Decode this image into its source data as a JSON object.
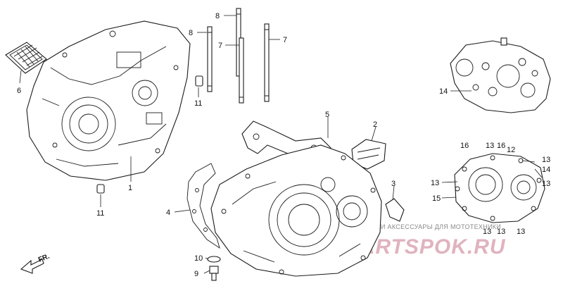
{
  "callouts": {
    "c1": "1",
    "c2": "2",
    "c3": "3",
    "c4": "4",
    "c5": "5",
    "c6": "6",
    "c7a": "7",
    "c7b": "7",
    "c8a": "8",
    "c8b": "8",
    "c9": "9",
    "c10": "10",
    "c11a": "11",
    "c11b": "11",
    "c12": "12",
    "c13a": "13",
    "c13b": "13",
    "c13c": "13",
    "c13d": "13",
    "c13e": "13",
    "c13f": "13",
    "c13g": "13",
    "c14a": "14",
    "c14b": "14",
    "c15": "15",
    "c16a": "16",
    "c16b": "16"
  },
  "direction": {
    "label": "FR."
  },
  "watermark": {
    "caption": "ЗАПЧАСТИ И АКСЕССУАРЫ ДЛЯ МОТОТЕХНИКИ",
    "brand": "PARTSPOK.RU"
  },
  "colors": {
    "line": "#1a1a1a",
    "watermark_brand": "#e0b3bf",
    "watermark_caption": "#8a8a8a"
  }
}
